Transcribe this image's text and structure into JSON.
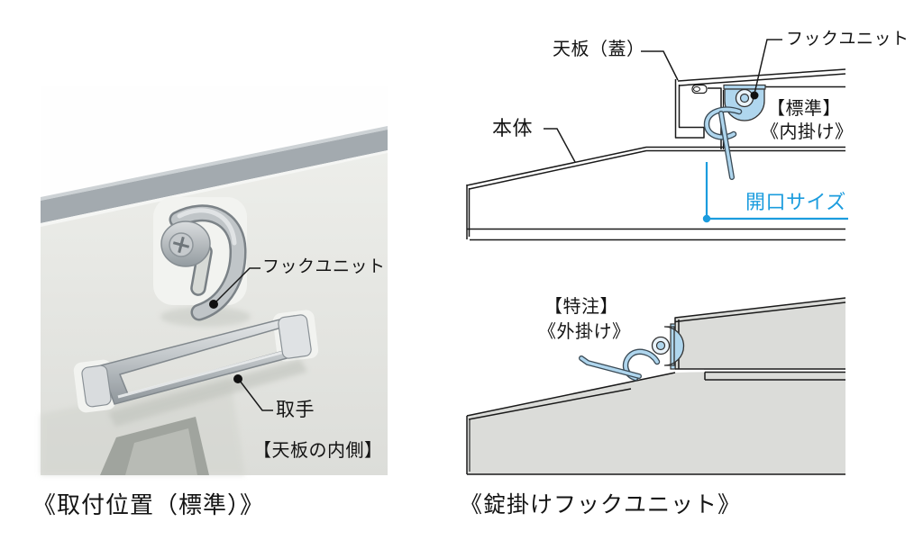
{
  "page": {
    "background": "#ffffff"
  },
  "colors": {
    "accent_blue": "#1B9CDE",
    "hook_highlight_fill": "#AFD6EE",
    "diagram_fill_gray": "#DBDCD9",
    "photo_edge_gray": "#A3AAAF",
    "line_color": "#1a1a1a"
  },
  "photo_panel": {
    "hook_label": "フックユニット",
    "handle_label": "取手",
    "inner_side_note": "【天板の内側】",
    "caption": "《取付位置（標準）》"
  },
  "top_diagram": {
    "lid_label": "天板（蓋）",
    "hook_label": "フックユニット",
    "body_label": "本体",
    "type_label": "【標準】",
    "hang_style_label": "《内掛け》",
    "opening_size_label": "開口サイズ"
  },
  "bottom_diagram": {
    "type_label": "【特注】",
    "hang_style_label": "《外掛け》",
    "caption": "《錠掛けフックユニット》"
  }
}
